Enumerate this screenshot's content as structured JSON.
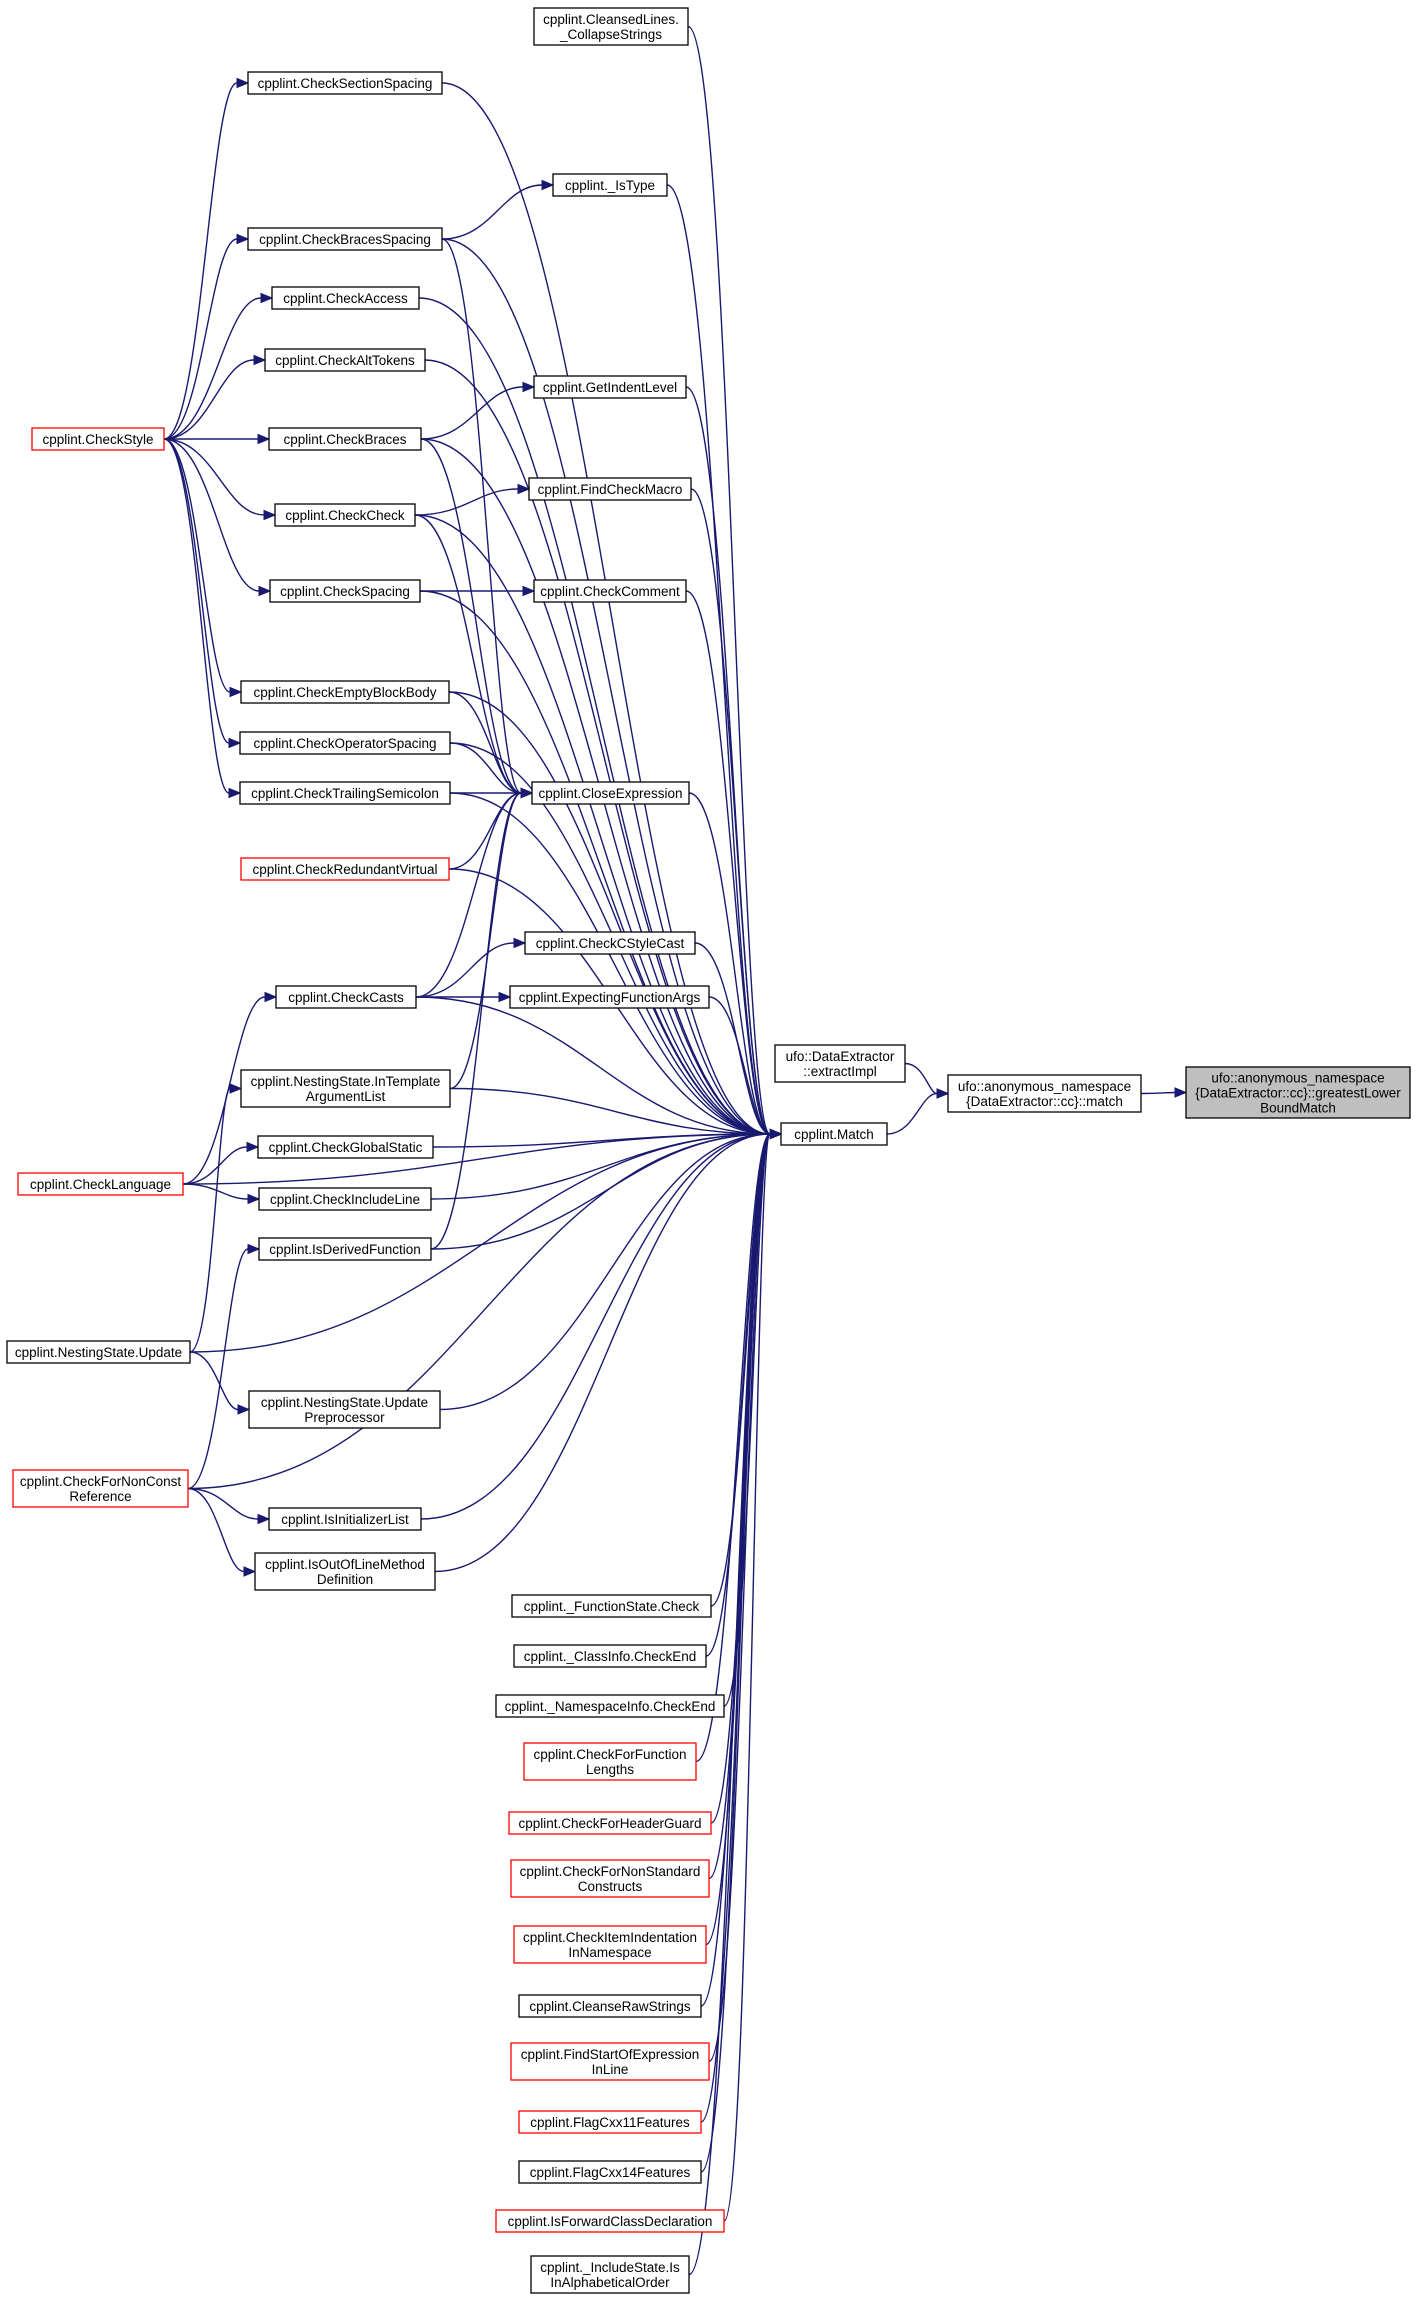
{
  "colors": {
    "edge": "#191970",
    "border_default": "#000000",
    "border_truncated": "#ff0000",
    "focus_fill": "#bfbfbf",
    "background": "#ffffff"
  },
  "nodes": [
    {
      "id": "collapse",
      "lines": [
        "cpplint.CleansedLines.",
        "_CollapseStrings"
      ],
      "style": "black"
    },
    {
      "id": "checksectionspacing",
      "lines": [
        "cpplint.CheckSectionSpacing"
      ],
      "style": "black"
    },
    {
      "id": "istype",
      "lines": [
        "cpplint._IsType"
      ],
      "style": "black"
    },
    {
      "id": "checkbracesspacing",
      "lines": [
        "cpplint.CheckBracesSpacing"
      ],
      "style": "black"
    },
    {
      "id": "checkaccess",
      "lines": [
        "cpplint.CheckAccess"
      ],
      "style": "black"
    },
    {
      "id": "checkalttokens",
      "lines": [
        "cpplint.CheckAltTokens"
      ],
      "style": "black"
    },
    {
      "id": "getindentlevel",
      "lines": [
        "cpplint.GetIndentLevel"
      ],
      "style": "black"
    },
    {
      "id": "checkstyle",
      "lines": [
        "cpplint.CheckStyle"
      ],
      "style": "red"
    },
    {
      "id": "checkbraces",
      "lines": [
        "cpplint.CheckBraces"
      ],
      "style": "black"
    },
    {
      "id": "findcheckmacro",
      "lines": [
        "cpplint.FindCheckMacro"
      ],
      "style": "black"
    },
    {
      "id": "checkcheck",
      "lines": [
        "cpplint.CheckCheck"
      ],
      "style": "black"
    },
    {
      "id": "checkcomment",
      "lines": [
        "cpplint.CheckComment"
      ],
      "style": "black"
    },
    {
      "id": "checkspacing",
      "lines": [
        "cpplint.CheckSpacing"
      ],
      "style": "black"
    },
    {
      "id": "checkemptyblockbody",
      "lines": [
        "cpplint.CheckEmptyBlockBody"
      ],
      "style": "black"
    },
    {
      "id": "checkoperatorspacing",
      "lines": [
        "cpplint.CheckOperatorSpacing"
      ],
      "style": "black"
    },
    {
      "id": "checktrailingsemicolon",
      "lines": [
        "cpplint.CheckTrailingSemicolon"
      ],
      "style": "black"
    },
    {
      "id": "closeexpression",
      "lines": [
        "cpplint.CloseExpression"
      ],
      "style": "black"
    },
    {
      "id": "checkredundantvirtual",
      "lines": [
        "cpplint.CheckRedundantVirtual"
      ],
      "style": "red"
    },
    {
      "id": "checkcstylecast",
      "lines": [
        "cpplint.CheckCStyleCast"
      ],
      "style": "black"
    },
    {
      "id": "checkcasts",
      "lines": [
        "cpplint.CheckCasts"
      ],
      "style": "black"
    },
    {
      "id": "expectingfunctionargs",
      "lines": [
        "cpplint.ExpectingFunctionArgs"
      ],
      "style": "black"
    },
    {
      "id": "extractimpl",
      "lines": [
        "ufo::DataExtractor",
        "::extractImpl"
      ],
      "style": "black"
    },
    {
      "id": "anonmatch",
      "lines": [
        "ufo::anonymous_namespace",
        "{DataExtractor::cc}::match"
      ],
      "style": "black"
    },
    {
      "id": "greatestlower",
      "lines": [
        "ufo::anonymous_namespace",
        "{DataExtractor::cc}::greatestLower",
        "BoundMatch"
      ],
      "style": "gray"
    },
    {
      "id": "intemplate",
      "lines": [
        "cpplint.NestingState.InTemplate",
        "ArgumentList"
      ],
      "style": "black"
    },
    {
      "id": "match",
      "lines": [
        "cpplint.Match"
      ],
      "style": "black"
    },
    {
      "id": "checkglobalstatic",
      "lines": [
        "cpplint.CheckGlobalStatic"
      ],
      "style": "black"
    },
    {
      "id": "checklanguage",
      "lines": [
        "cpplint.CheckLanguage"
      ],
      "style": "red"
    },
    {
      "id": "checkincludeline",
      "lines": [
        "cpplint.CheckIncludeLine"
      ],
      "style": "black"
    },
    {
      "id": "isderivedfunction",
      "lines": [
        "cpplint.IsDerivedFunction"
      ],
      "style": "black"
    },
    {
      "id": "nestingupdate",
      "lines": [
        "cpplint.NestingState.Update"
      ],
      "style": "black"
    },
    {
      "id": "updatepreprocessor",
      "lines": [
        "cpplint.NestingState.Update",
        "Preprocessor"
      ],
      "style": "black"
    },
    {
      "id": "checkfornonconstref",
      "lines": [
        "cpplint.CheckForNonConst",
        "Reference"
      ],
      "style": "red"
    },
    {
      "id": "isinitializerlist",
      "lines": [
        "cpplint.IsInitializerList"
      ],
      "style": "black"
    },
    {
      "id": "isoutoflinemethod",
      "lines": [
        "cpplint.IsOutOfLineMethod",
        "Definition"
      ],
      "style": "black"
    },
    {
      "id": "functionstatecheck",
      "lines": [
        "cpplint._FunctionState.Check"
      ],
      "style": "black"
    },
    {
      "id": "classinfocheckend",
      "lines": [
        "cpplint._ClassInfo.CheckEnd"
      ],
      "style": "black"
    },
    {
      "id": "namespaceinfocheckend",
      "lines": [
        "cpplint._NamespaceInfo.CheckEnd"
      ],
      "style": "black"
    },
    {
      "id": "checkforfunctionlengths",
      "lines": [
        "cpplint.CheckForFunction",
        "Lengths"
      ],
      "style": "red"
    },
    {
      "id": "checkforheaderguard",
      "lines": [
        "cpplint.CheckForHeaderGuard"
      ],
      "style": "red"
    },
    {
      "id": "checkfornonstandard",
      "lines": [
        "cpplint.CheckForNonStandard",
        "Constructs"
      ],
      "style": "red"
    },
    {
      "id": "checkitemindentation",
      "lines": [
        "cpplint.CheckItemIndentation",
        "InNamespace"
      ],
      "style": "red"
    },
    {
      "id": "cleanserawstrings",
      "lines": [
        "cpplint.CleanseRawStrings"
      ],
      "style": "black"
    },
    {
      "id": "findstartofexpression",
      "lines": [
        "cpplint.FindStartOfExpression",
        "InLine"
      ],
      "style": "red"
    },
    {
      "id": "flagcxx11",
      "lines": [
        "cpplint.FlagCxx11Features"
      ],
      "style": "red"
    },
    {
      "id": "flagcxx14",
      "lines": [
        "cpplint.FlagCxx14Features"
      ],
      "style": "black"
    },
    {
      "id": "isforwardclass",
      "lines": [
        "cpplint.IsForwardClassDeclaration"
      ],
      "style": "red"
    },
    {
      "id": "includestate",
      "lines": [
        "cpplint._IncludeState.Is",
        "InAlphabeticalOrder"
      ],
      "style": "black"
    }
  ],
  "edges": [
    {
      "from": "anonmatch",
      "to": "greatestlower"
    },
    {
      "from": "extractimpl",
      "to": "anonmatch"
    },
    {
      "from": "match",
      "to": "anonmatch"
    },
    {
      "from": "collapse",
      "to": "match"
    },
    {
      "from": "checksectionspacing",
      "to": "match"
    },
    {
      "from": "istype",
      "to": "match"
    },
    {
      "from": "checkbracesspacing",
      "to": "match"
    },
    {
      "from": "checkaccess",
      "to": "match"
    },
    {
      "from": "checkalttokens",
      "to": "match"
    },
    {
      "from": "getindentlevel",
      "to": "match"
    },
    {
      "from": "checkbraces",
      "to": "match"
    },
    {
      "from": "findcheckmacro",
      "to": "match"
    },
    {
      "from": "checkcheck",
      "to": "match"
    },
    {
      "from": "checkcomment",
      "to": "match"
    },
    {
      "from": "checkspacing",
      "to": "match"
    },
    {
      "from": "checkemptyblockbody",
      "to": "match"
    },
    {
      "from": "checkoperatorspacing",
      "to": "match"
    },
    {
      "from": "checktrailingsemicolon",
      "to": "match"
    },
    {
      "from": "closeexpression",
      "to": "match"
    },
    {
      "from": "checkredundantvirtual",
      "to": "match"
    },
    {
      "from": "checkcstylecast",
      "to": "match"
    },
    {
      "from": "expectingfunctionargs",
      "to": "match"
    },
    {
      "from": "checkcasts",
      "to": "match"
    },
    {
      "from": "intemplate",
      "to": "match"
    },
    {
      "from": "checkglobalstatic",
      "to": "match"
    },
    {
      "from": "checkincludeline",
      "to": "match"
    },
    {
      "from": "isderivedfunction",
      "to": "match"
    },
    {
      "from": "checklanguage",
      "to": "match"
    },
    {
      "from": "nestingupdate",
      "to": "match"
    },
    {
      "from": "updatepreprocessor",
      "to": "match"
    },
    {
      "from": "checkfornonconstref",
      "to": "match"
    },
    {
      "from": "isinitializerlist",
      "to": "match"
    },
    {
      "from": "isoutoflinemethod",
      "to": "match"
    },
    {
      "from": "functionstatecheck",
      "to": "match"
    },
    {
      "from": "classinfocheckend",
      "to": "match"
    },
    {
      "from": "namespaceinfocheckend",
      "to": "match"
    },
    {
      "from": "checkforfunctionlengths",
      "to": "match"
    },
    {
      "from": "checkforheaderguard",
      "to": "match"
    },
    {
      "from": "checkfornonstandard",
      "to": "match"
    },
    {
      "from": "checkitemindentation",
      "to": "match"
    },
    {
      "from": "cleanserawstrings",
      "to": "match"
    },
    {
      "from": "findstartofexpression",
      "to": "match"
    },
    {
      "from": "flagcxx11",
      "to": "match"
    },
    {
      "from": "flagcxx14",
      "to": "match"
    },
    {
      "from": "isforwardclass",
      "to": "match"
    },
    {
      "from": "includestate",
      "to": "match"
    },
    {
      "from": "checkstyle",
      "to": "checksectionspacing"
    },
    {
      "from": "checkstyle",
      "to": "checkbracesspacing"
    },
    {
      "from": "checkstyle",
      "to": "checkaccess"
    },
    {
      "from": "checkstyle",
      "to": "checkalttokens"
    },
    {
      "from": "checkstyle",
      "to": "checkbraces"
    },
    {
      "from": "checkstyle",
      "to": "checkcheck"
    },
    {
      "from": "checkstyle",
      "to": "checkspacing"
    },
    {
      "from": "checkstyle",
      "to": "checkemptyblockbody"
    },
    {
      "from": "checkstyle",
      "to": "checkoperatorspacing"
    },
    {
      "from": "checkstyle",
      "to": "checktrailingsemicolon"
    },
    {
      "from": "checkbracesspacing",
      "to": "istype"
    },
    {
      "from": "checkbraces",
      "to": "getindentlevel"
    },
    {
      "from": "checkcheck",
      "to": "findcheckmacro"
    },
    {
      "from": "checkspacing",
      "to": "checkcomment"
    },
    {
      "from": "checkbracesspacing",
      "to": "closeexpression"
    },
    {
      "from": "checkbraces",
      "to": "closeexpression"
    },
    {
      "from": "checkcheck",
      "to": "closeexpression"
    },
    {
      "from": "checkemptyblockbody",
      "to": "closeexpression"
    },
    {
      "from": "checkoperatorspacing",
      "to": "closeexpression"
    },
    {
      "from": "checktrailingsemicolon",
      "to": "closeexpression"
    },
    {
      "from": "checkredundantvirtual",
      "to": "closeexpression"
    },
    {
      "from": "checkcasts",
      "to": "closeexpression"
    },
    {
      "from": "intemplate",
      "to": "closeexpression"
    },
    {
      "from": "isderivedfunction",
      "to": "closeexpression"
    },
    {
      "from": "checkcasts",
      "to": "checkcstylecast"
    },
    {
      "from": "checkcasts",
      "to": "expectingfunctionargs"
    },
    {
      "from": "checklanguage",
      "to": "checkcasts"
    },
    {
      "from": "checklanguage",
      "to": "checkglobalstatic"
    },
    {
      "from": "checklanguage",
      "to": "checkincludeline"
    },
    {
      "from": "nestingupdate",
      "to": "intemplate"
    },
    {
      "from": "nestingupdate",
      "to": "updatepreprocessor"
    },
    {
      "from": "checkfornonconstref",
      "to": "isderivedfunction"
    },
    {
      "from": "checkfornonconstref",
      "to": "isinitializerlist"
    },
    {
      "from": "checkfornonconstref",
      "to": "isoutoflinemethod"
    }
  ]
}
